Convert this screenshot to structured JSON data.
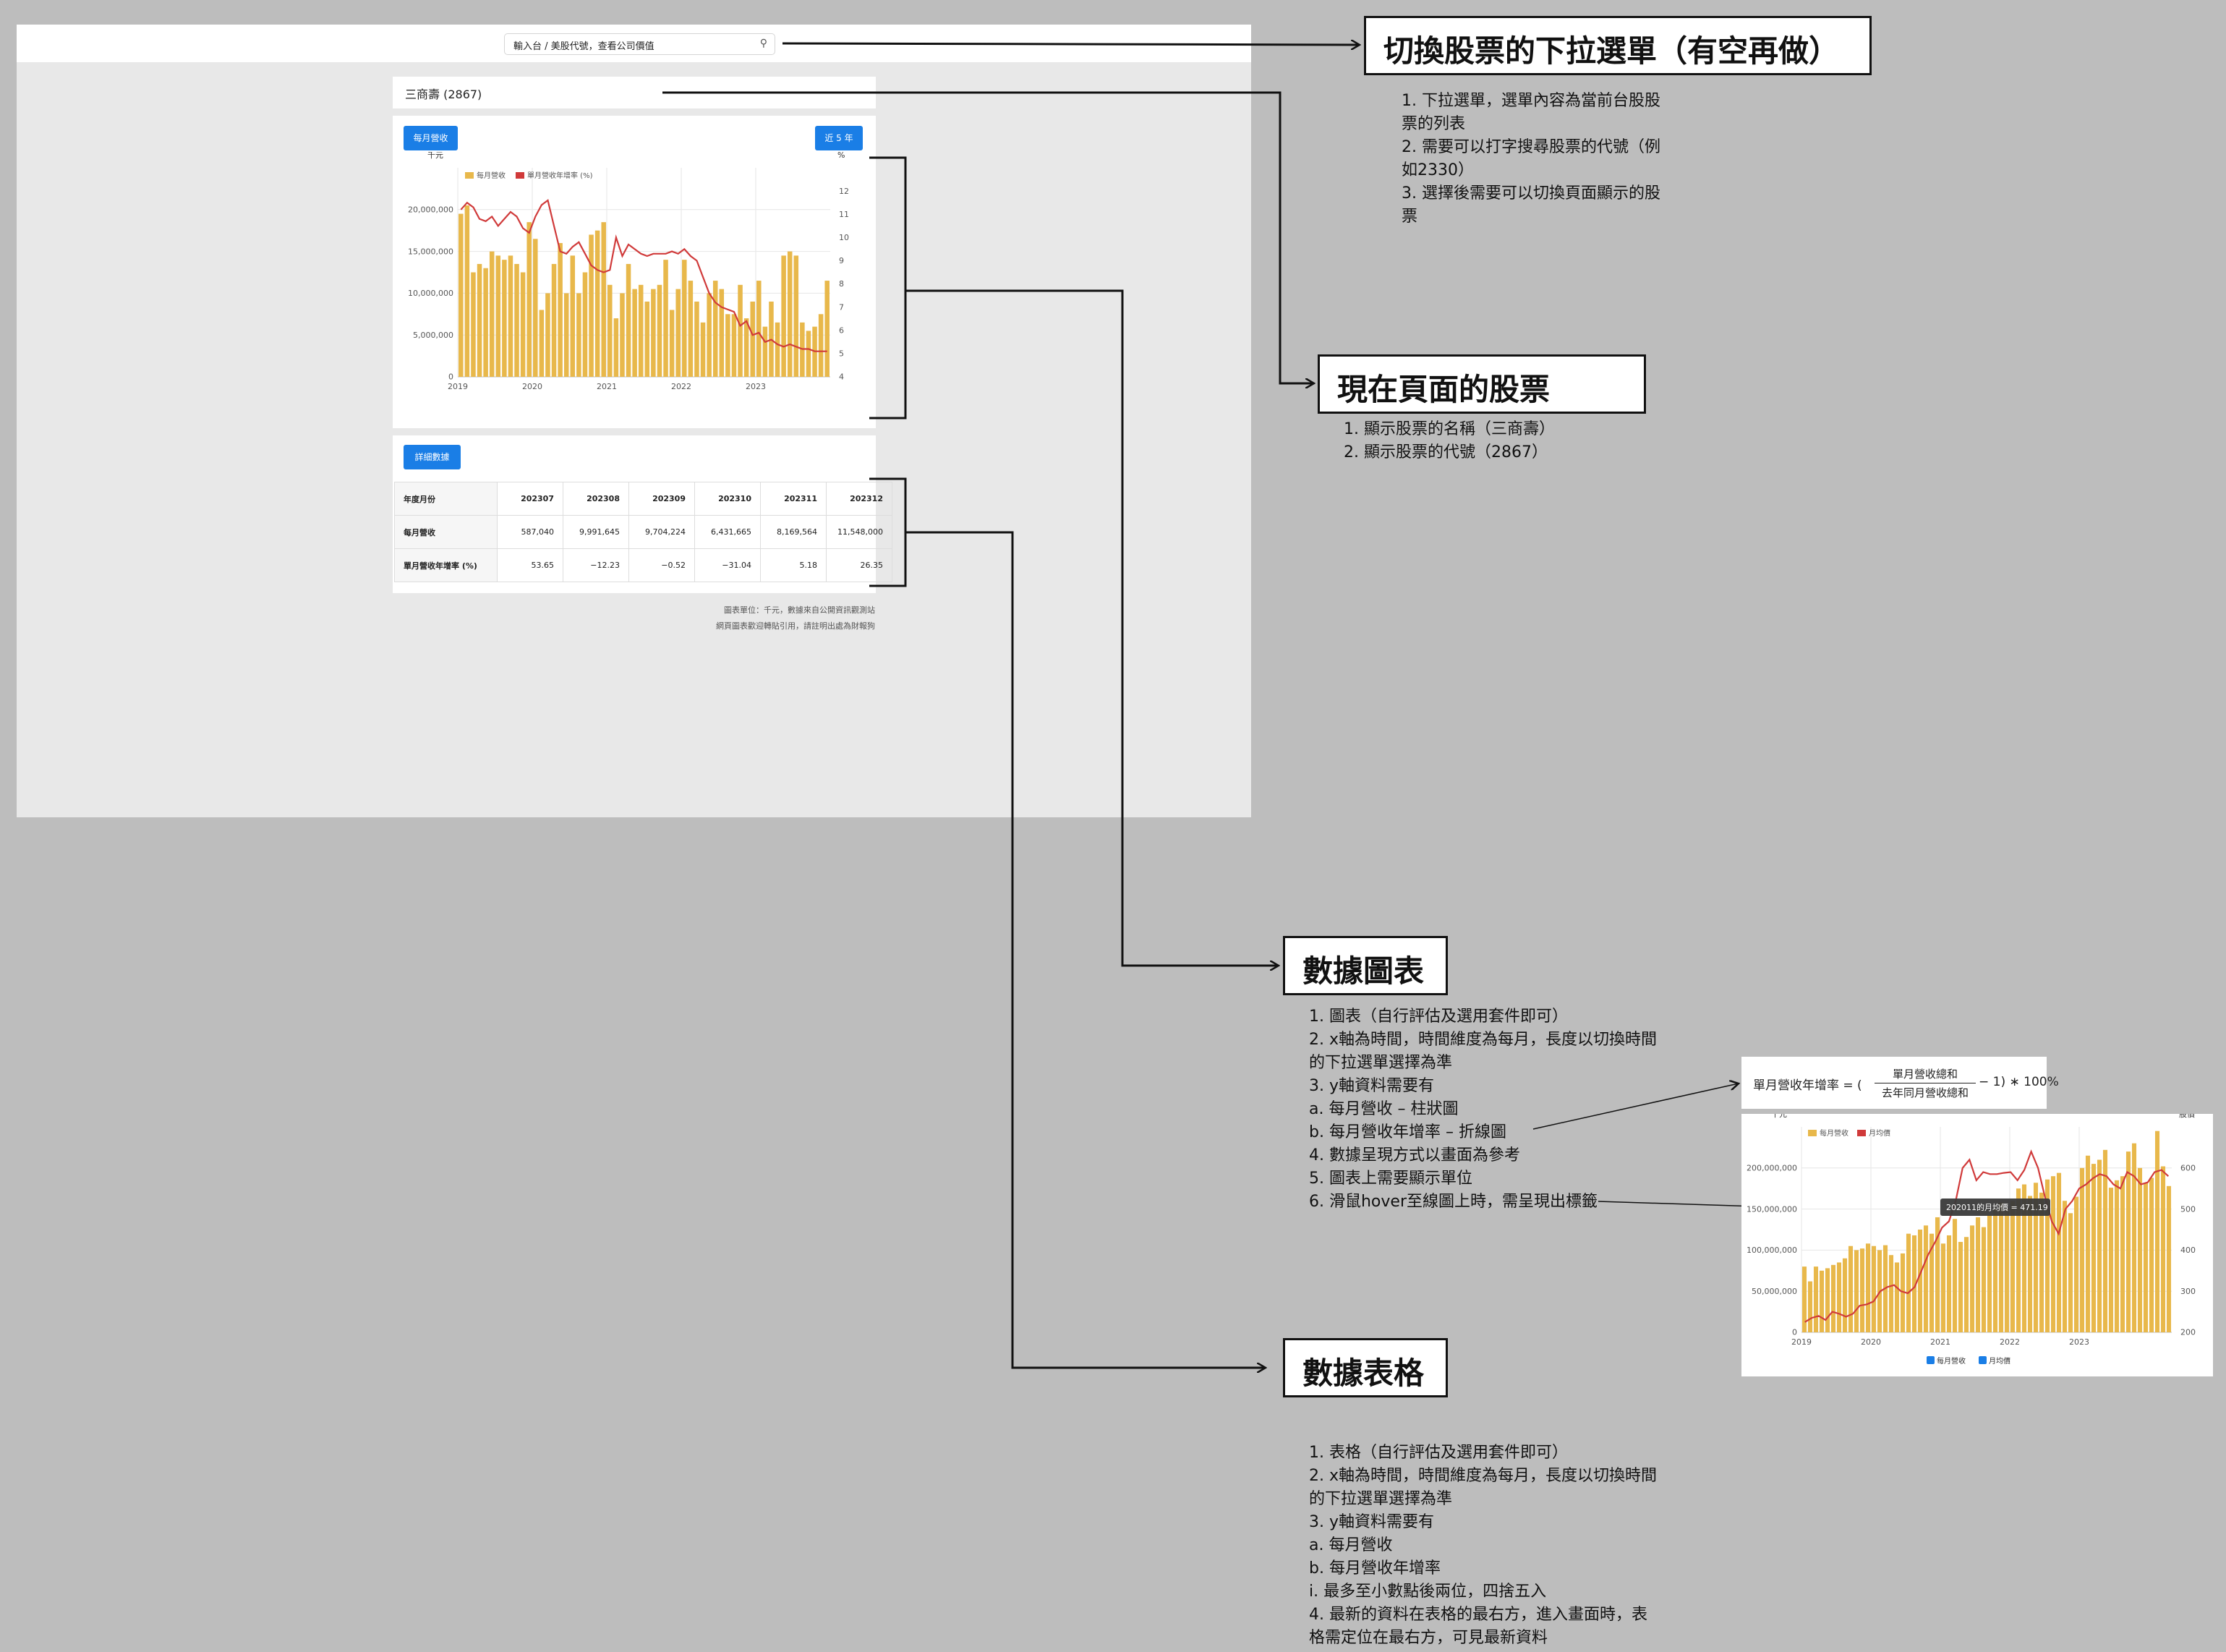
{
  "mockup": {
    "search_placeholder": "輸入台 / 美股代號，查看公司價值",
    "stock_title": "三商壽 (2867)",
    "btn_monthly": "每月營收",
    "btn_5y": "近 5 年",
    "btn_detail": "詳細數據",
    "table": {
      "header_label": "年度月份",
      "row1_label": "每月營收",
      "row2_label": "單月營收年增率 (%)",
      "columns": [
        "202307",
        "202308",
        "202309",
        "202310",
        "202311",
        "202312"
      ],
      "revenue": [
        "587,040",
        "9,991,645",
        "9,704,224",
        "6,431,665",
        "8,169,564",
        "11,548,000"
      ],
      "growth": [
        "53.65",
        "−12.23",
        "−0.52",
        "−31.04",
        "5.18",
        "26.35"
      ]
    },
    "footnote1": "圖表單位：千元，數據來自公開資訊觀測站",
    "footnote2": "網頁圖表歡迎轉貼引用，請註明出處為財報狗"
  },
  "chart_data": [
    {
      "type": "bar",
      "title": "",
      "x_ticks": [
        "2019",
        "2020",
        "2021",
        "2022",
        "2023"
      ],
      "ylabel_left": "千元",
      "ylabel_right": "%",
      "y_left_ticks": [
        "0",
        "5,000,000",
        "10,000,000",
        "15,000,000",
        "20,000,000"
      ],
      "y_right_ticks": [
        "4",
        "5",
        "6",
        "7",
        "8",
        "9",
        "10",
        "11",
        "12"
      ],
      "ylim_left": [
        0,
        25000000
      ],
      "ylim_right": [
        4,
        13
      ],
      "legend": [
        "每月營收",
        "單月營收年增率 (%)"
      ],
      "bar_color": "#e8b84b",
      "line_color": "#d03a3a",
      "series": [
        {
          "name": "每月營收",
          "values": [
            19500000,
            20500000,
            12500000,
            13500000,
            13000000,
            15000000,
            14500000,
            14000000,
            14500000,
            13500000,
            12500000,
            18500000,
            16500000,
            8000000,
            10000000,
            13500000,
            16000000,
            10000000,
            14500000,
            10000000,
            12500000,
            17000000,
            17500000,
            18500000,
            11000000,
            7000000,
            10000000,
            13500000,
            10500000,
            11000000,
            9000000,
            10500000,
            11000000,
            14000000,
            8000000,
            10500000,
            14000000,
            11500000,
            9000000,
            6500000,
            10000000,
            11500000,
            10500000,
            7500000,
            7500000,
            11000000,
            7000000,
            9000000,
            11500000,
            6000000,
            9000000,
            6500000,
            14500000,
            15000000,
            14500000,
            6500000,
            5500000,
            6000000,
            7500000,
            11500000
          ]
        },
        {
          "name": "單月營收年增率 (%)",
          "values": [
            11.2,
            11.5,
            11.3,
            10.8,
            10.7,
            10.9,
            10.5,
            10.8,
            11.1,
            10.9,
            10.4,
            10.2,
            10.9,
            11.4,
            11.6,
            10.5,
            9.4,
            9.3,
            9.6,
            9.8,
            9.3,
            8.8,
            8.6,
            8.5,
            8.6,
            10.0,
            9.2,
            9.7,
            9.5,
            9.3,
            9.2,
            9.3,
            9.3,
            9.3,
            9.4,
            9.3,
            9.5,
            9.2,
            9.0,
            8.3,
            7.6,
            7.2,
            7.0,
            6.9,
            6.8,
            6.2,
            6.4,
            5.8,
            5.9,
            5.5,
            5.6,
            5.4,
            5.3,
            5.4,
            5.3,
            5.2,
            5.2,
            5.1,
            5.1,
            5.1
          ]
        }
      ]
    },
    {
      "type": "bar",
      "title": "",
      "x_ticks": [
        "2019",
        "2020",
        "2021",
        "2022",
        "2023"
      ],
      "ylabel_left": "千元",
      "ylabel_right": "股價",
      "y_left_ticks": [
        "0",
        "50,000,000",
        "100,000,000",
        "150,000,000",
        "200,000,000"
      ],
      "y_right_ticks": [
        "200",
        "300",
        "400",
        "500",
        "600"
      ],
      "ylim_left": [
        0,
        250000000
      ],
      "ylim_right": [
        200,
        700
      ],
      "legend": [
        "每月營收",
        "月均價"
      ],
      "checkboxes": [
        "每月營收",
        "月均價"
      ],
      "tooltip": "202011的月均價 = 471.19",
      "bar_color": "#e8b84b",
      "line_color": "#d03a3a",
      "series": [
        {
          "name": "每月營收",
          "values": [
            80000000,
            62000000,
            80000000,
            75000000,
            78000000,
            82000000,
            85000000,
            90000000,
            105000000,
            100000000,
            102000000,
            108000000,
            105000000,
            100000000,
            106000000,
            94000000,
            85000000,
            96000000,
            120000000,
            118000000,
            125000000,
            130000000,
            120000000,
            140000000,
            108000000,
            118000000,
            138000000,
            110000000,
            116000000,
            130000000,
            140000000,
            128000000,
            142000000,
            150000000,
            158000000,
            150000000,
            160000000,
            175000000,
            180000000,
            166000000,
            182000000,
            170000000,
            186000000,
            190000000,
            194000000,
            160000000,
            145000000,
            165000000,
            200000000,
            215000000,
            205000000,
            210000000,
            222000000,
            176000000,
            185000000,
            190000000,
            220000000,
            230000000,
            200000000,
            182000000,
            188000000,
            245000000,
            202000000,
            178000000
          ]
        },
        {
          "name": "月均價",
          "values": [
            225,
            235,
            240,
            230,
            250,
            245,
            238,
            245,
            265,
            268,
            275,
            300,
            310,
            315,
            300,
            295,
            310,
            350,
            390,
            420,
            455,
            470,
            520,
            600,
            620,
            570,
            590,
            585,
            585,
            588,
            590,
            570,
            595,
            640,
            600,
            530,
            470,
            440,
            500,
            520,
            550,
            560,
            575,
            585,
            580,
            560,
            550,
            590,
            580,
            560,
            565,
            590,
            595,
            580
          ]
        }
      ]
    }
  ],
  "annotations": {
    "dropdown": {
      "title": "切換股票的下拉選單（有空再做）",
      "items": [
        "1. 下拉選單，選單內容為當前台股股",
        "    票的列表",
        "2. 需要可以打字搜尋股票的代號（例",
        "    如2330）",
        "3. 選擇後需要可以切換頁面顯示的股",
        "    票"
      ]
    },
    "current": {
      "title": "現在頁面的股票",
      "items": [
        "1. 顯示股票的名稱（三商壽）",
        "2. 顯示股票的代號（2867）"
      ]
    },
    "chart": {
      "title": "數據圖表",
      "items": [
        "1. 圖表（自行評估及選用套件即可）",
        "2. x軸為時間，時間維度為每月，長度以切換時間",
        "    的下拉選單選擇為準",
        "3. y軸資料需要有",
        "    a. 每月營收 – 柱狀圖",
        "    b. 每月營收年增率 – 折線圖",
        "4. 數據呈現方式以畫面為參考",
        "5. 圖表上需要顯示單位",
        "6. 滑鼠hover至線圖上時，需呈現出標籤"
      ]
    },
    "table": {
      "title": "數據表格",
      "items": [
        "1. 表格（自行評估及選用套件即可）",
        "2. x軸為時間，時間維度為每月，長度以切換時間",
        "    的下拉選單選擇為準",
        "3. y軸資料需要有",
        "    a. 每月營收",
        "    b. 每月營收年增率",
        "        i. 最多至小數點後兩位，四捨五入",
        "4. 最新的資料在表格的最右方，進入畫面時，表",
        "    格需定位在最右方，可見最新資料"
      ]
    },
    "formula": {
      "left": "單月營收年增率 = (",
      "numerator": "單月營收總和",
      "denominator": "去年同月營收總和",
      "tail": "− 1) ∗ 100%"
    }
  }
}
